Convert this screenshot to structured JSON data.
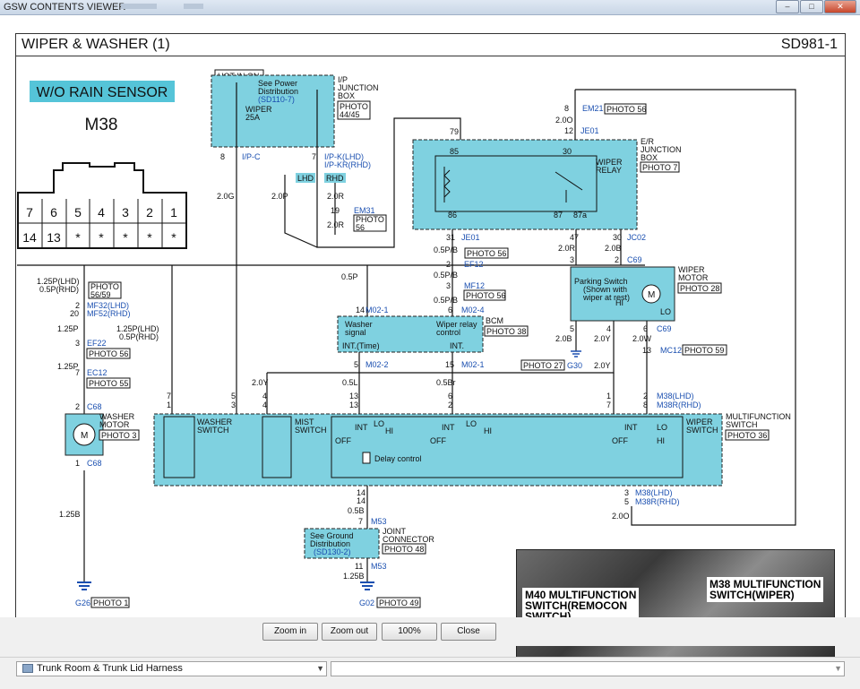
{
  "window": {
    "title": "GSW CONTENTS VIEWER",
    "controls": [
      "–",
      "□",
      "✕"
    ]
  },
  "sheet": {
    "title": "WIPER & WASHER (1)",
    "code": "SD981-1"
  },
  "connector": {
    "badge": "W/O RAIN SENSOR",
    "name": "M38",
    "pins_top": [
      "7",
      "6",
      "5",
      "4",
      "3",
      "2",
      "1"
    ],
    "pins_bottom": [
      "14",
      "13",
      "*",
      "*",
      "*",
      "*",
      "*"
    ]
  },
  "labels": {
    "hot_in_on": "HOT IN ON",
    "see_power": "See Power",
    "distribution": "Distribution",
    "sd110": "(SD110-7)",
    "wiper_fuse": "WIPER",
    "fuse_amp": "25A",
    "ip_jb": "I/P",
    "junction": "JUNCTION",
    "box": "BOX",
    "photo_44_45": "PHOTO",
    "photo_44_45b": "44/45",
    "pin8": "8",
    "ipc": "I/P-C",
    "pin7": "7",
    "ipk": "I/P-K(LHD)",
    "ipkr": "I/P-KR(RHD)",
    "lhd": "LHD",
    "rhd": "RHD",
    "w20g": "2.0G",
    "w20p": "2.0P",
    "w20r": "2.0R",
    "w20r2": "2.0R",
    "em31_pin": "19",
    "em31": "EM31",
    "photo56a": "PHOTO",
    "photo56b": "56",
    "em21_pin": "8",
    "em21": "EM21",
    "photo56c": "PHOTO 56",
    "w20o": "2.0O",
    "je01_pin": "12",
    "je01": "JE01",
    "pin79": "79",
    "er_jb": "E/R",
    "er_jb2": "JUNCTION",
    "er_jb3": "BOX",
    "photo7": "PHOTO 7",
    "pin85": "85",
    "pin30": "30",
    "wiper_relay": "WIPER",
    "wiper_relay2": "RELAY",
    "pin86": "86",
    "pin87": "87",
    "pin87a": "87a",
    "pin31": "31",
    "je01b": "JE01",
    "pin47": "47",
    "pin30b": "30",
    "jc02": "JC02",
    "w05pb": "0.5P/B",
    "photo56d": "PHOTO 56",
    "ef12_pin": "2",
    "ef12": "EF12",
    "w05pb2": "0.5P/B",
    "w20r3": "2.0R",
    "w20b": "2.0B",
    "mf12_pin": "3",
    "mf12": "MF12",
    "photo56e": "PHOTO 56",
    "w05pb3": "0.5P/B",
    "pin3": "3",
    "pin2": "2",
    "c69": "C69",
    "wiper_motor": "WIPER",
    "wiper_motor2": "MOTOR",
    "photo28": "PHOTO 28",
    "parking1": "Parking Switch",
    "parking2": "(Shown with",
    "parking3": "wiper at rest)",
    "hi": "HI",
    "lo": "LO",
    "m": "M",
    "m02_4_pin": "6",
    "m02_4": "M02-4",
    "w05p": "0.5P",
    "m02_1_pin": "14",
    "m02_1": "M02-1",
    "bcm": "BCM",
    "washer_signal": "Washer",
    "washer_signal2": "signal",
    "wiper_relay_ctrl": "Wiper relay",
    "wiper_relay_ctrl2": "control",
    "photo38": "PHOTO 38",
    "int_time": "INT.(Time)",
    "int": "INT.",
    "pin5": "5",
    "m02_2": "M02-2",
    "pin15": "15",
    "m02_1b": "M02-1",
    "pin5b": "5",
    "pin4": "4",
    "pin6": "6",
    "c69b": "C69",
    "w20bb": "2.0B",
    "w20y": "2.0Y",
    "w20w": "2.0W",
    "photo27": "PHOTO 27",
    "g30": "G30",
    "w20y2": "2.0Y",
    "pin13": "13",
    "mc12": "MC12",
    "photo59": "PHOTO 59",
    "w125p_lhd": "1.25P(LHD)",
    "w05p_rhd": "0.5P(RHD)",
    "photo5659": "PHOTO",
    "photo5659b": "56/59",
    "mf32_pin": "2",
    "mf32": "MF32(LHD)",
    "mf52_pin": "20",
    "mf52": "MF52(RHD)",
    "w125p": "1.25P",
    "ef22_pin": "3",
    "ef22": "EF22",
    "photo56f": "PHOTO 56",
    "w125p2": "1.25P(LHD)",
    "w05p2": "0.5P(RHD)",
    "ec12_pin": "7",
    "ec12": "EC12",
    "photo55": "PHOTO 55",
    "w125p3": "1.25P",
    "c68_pin": "2",
    "c68": "C68",
    "washer_motor": "WASHER",
    "washer_motor2": "MOTOR",
    "photo3": "PHOTO 3",
    "c68b_pin": "1",
    "c68b": "C68",
    "w125b": "1.25B",
    "g26": "G26",
    "photo1": "PHOTO 1",
    "w20y3": "2.0Y",
    "w05l": "0.5L",
    "w05br": "0.5Br",
    "p7": "7",
    "p1": "1",
    "p5": "5",
    "p3": "3",
    "p4a": "4",
    "p4b": "4",
    "p13a": "13",
    "p13b": "13",
    "p6": "6",
    "p2": "2",
    "p1b": "1",
    "p7b": "7",
    "p2b": "2",
    "p8": "8",
    "m38_lhd": "M38(LHD)",
    "m38r_rhd": "M38R(RHD)",
    "multifunction": "MULTIFUNCTION",
    "multifunction2": "SWITCH",
    "photo36": "PHOTO 36",
    "washer_sw": "WASHER",
    "washer_sw2": "SWITCH",
    "mist_sw": "MIST",
    "mist_sw2": "SWITCH",
    "wiper_sw": "WIPER",
    "wiper_sw2": "SWITCH",
    "int_a": "INT",
    "lo_a": "LO",
    "hi_a": "HI",
    "off_a": "OFF",
    "int_b": "INT",
    "lo_b": "LO",
    "hi_b": "HI",
    "off_b": "OFF",
    "int_c": "INT",
    "lo_c": "LO",
    "hi_c": "HI",
    "off_c": "OFF",
    "delay": "Delay control",
    "p14a": "14",
    "p14b": "14",
    "w05b": "0.5B",
    "m53_pin": "7",
    "m53": "M53",
    "see_ground": "See Ground",
    "gnd_dist": "Distribution",
    "sd130": "(SD130-2)",
    "joint": "JOINT",
    "joint2": "CONNECTOR",
    "photo48": "PHOTO 48",
    "m53b_pin": "11",
    "m53b": "M53",
    "w125b2": "1.25B",
    "g02": "G02",
    "photo49": "PHOTO 49",
    "p3c": "3",
    "p5c": "5",
    "m38b": "M38(LHD)",
    "m38rb": "M38R(RHD)",
    "w20o2": "2.0O"
  },
  "photo_panel": {
    "m40": "M40 MULTIFUNCTION",
    "m40b": "SWITCH(REMOCON",
    "m40c": "SWITCH)",
    "m38": "M38 MULTIFUNCTION",
    "m38b": "SWITCH(WIPER)"
  },
  "toolbar": {
    "zoom_in": "Zoom in",
    "zoom_out": "Zoom out",
    "zoom_100": "100%",
    "close": "Close"
  },
  "status": {
    "harness": "Trunk Room & Trunk Lid Harness"
  },
  "colors": {
    "box_fill": "#7fd1e0",
    "link_blue": "#1a4fb0",
    "ground": "#1a4fb0"
  }
}
